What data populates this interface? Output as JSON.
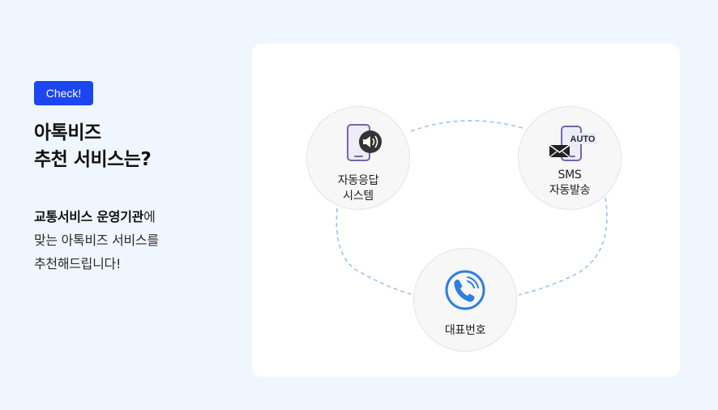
{
  "badge": "Check!",
  "headline": {
    "line1": "아톡비즈",
    "line2": "추천 서비스는?"
  },
  "description": {
    "line1_bold": "교통서비스 운영기관",
    "line1_rest": "에",
    "line2": "맞는 아톡비즈 서비스를",
    "line3": "추천해드립니다!"
  },
  "services": [
    {
      "line1": "자동응답",
      "line2": "시스템",
      "icon": "phone-speaker-icon"
    },
    {
      "line1": "SMS",
      "line2": "자동발송",
      "icon": "sms-auto-icon",
      "tag": "AUTO"
    },
    {
      "line1": "대표번호",
      "line2": "",
      "icon": "phone-call-icon"
    }
  ],
  "colors": {
    "accent": "#1b46f0",
    "ring": "#9cc3f0",
    "phone_blue": "#2d7fe0",
    "icon_purple": "#6f6aa8"
  }
}
